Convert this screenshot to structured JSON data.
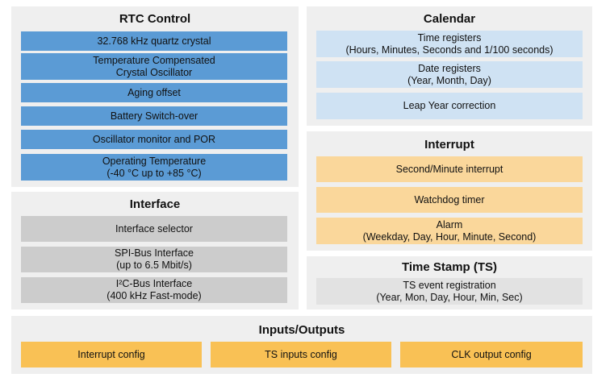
{
  "rtc_control": {
    "title": "RTC Control",
    "items": [
      "32.768 kHz quartz crystal",
      "Temperature Compensated\nCrystal Oscillator",
      "Aging offset",
      "Battery Switch-over",
      "Oscillator monitor and POR",
      "Operating Temperature\n(-40 °C up to +85 °C)"
    ]
  },
  "interface": {
    "title": "Interface",
    "items": [
      "Interface selector",
      "SPI-Bus Interface\n(up to 6.5 Mbit/s)",
      "I²C-Bus Interface\n(400 kHz Fast-mode)"
    ]
  },
  "calendar": {
    "title": "Calendar",
    "items": [
      "Time registers\n(Hours, Minutes, Seconds and 1/100 seconds)",
      "Date registers\n(Year, Month, Day)",
      "Leap Year correction"
    ]
  },
  "interrupt": {
    "title": "Interrupt",
    "items": [
      "Second/Minute interrupt",
      "Watchdog timer",
      "Alarm\n(Weekday, Day, Hour, Minute, Second)"
    ]
  },
  "time_stamp": {
    "title": "Time Stamp (TS)",
    "items": [
      "TS event registration\n(Year, Mon, Day, Hour, Min, Sec)"
    ]
  },
  "inputs_outputs": {
    "title": "Inputs/Outputs",
    "items": [
      "Interrupt config",
      "TS inputs config",
      "CLK output config"
    ]
  },
  "colors": {
    "panel_background": "#efefef",
    "rtc_box": "#5b9bd5",
    "calendar_box": "#cfe2f3",
    "interface_box": "#cccccc",
    "interrupt_box": "#fad79b",
    "io_box": "#f9c155",
    "timestamp_box": "#e2e2e2"
  }
}
